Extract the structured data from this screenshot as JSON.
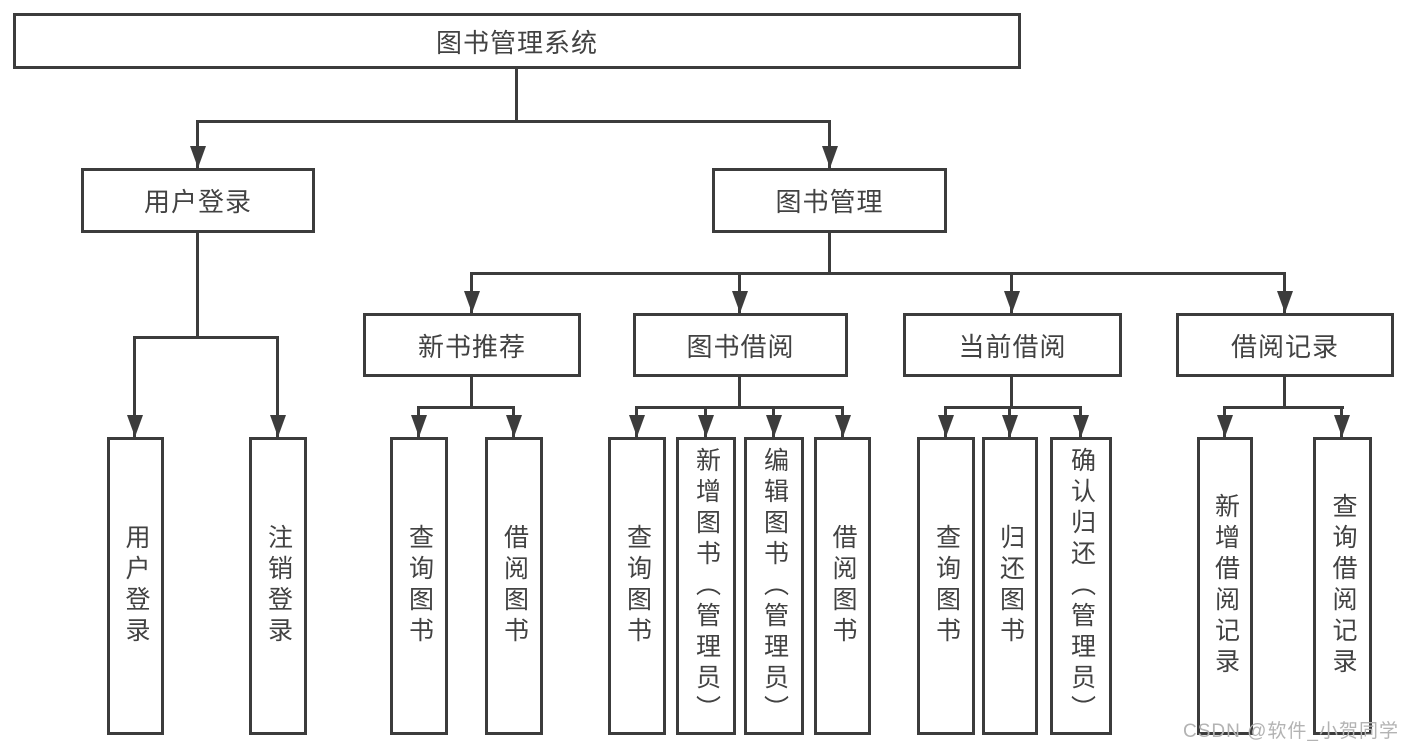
{
  "tree": {
    "label": "图书管理系统",
    "children": [
      {
        "label": "用户登录",
        "children": [
          {
            "label": "用户登录"
          },
          {
            "label": "注销登录"
          }
        ]
      },
      {
        "label": "图书管理",
        "children": [
          {
            "label": "新书推荐",
            "children": [
              {
                "label": "查询图书"
              },
              {
                "label": "借阅图书"
              }
            ]
          },
          {
            "label": "图书借阅",
            "children": [
              {
                "label": "查询图书"
              },
              {
                "label": "新增图书（管理员）"
              },
              {
                "label": "编辑图书（管理员）"
              },
              {
                "label": "借阅图书"
              }
            ]
          },
          {
            "label": "当前借阅",
            "children": [
              {
                "label": "查询图书"
              },
              {
                "label": "归还图书"
              },
              {
                "label": "确认归还（管理员）"
              }
            ]
          },
          {
            "label": "借阅记录",
            "children": [
              {
                "label": "新增借阅记录"
              },
              {
                "label": "查询借阅记录"
              }
            ]
          }
        ]
      }
    ]
  },
  "watermark": "CSDN @软件_小贺同学",
  "colors": {
    "line": "#3c3c3c",
    "text": "#424242",
    "box_fill": "#ffffff",
    "background": "#ffffff",
    "watermark": "#b3b3b3"
  }
}
